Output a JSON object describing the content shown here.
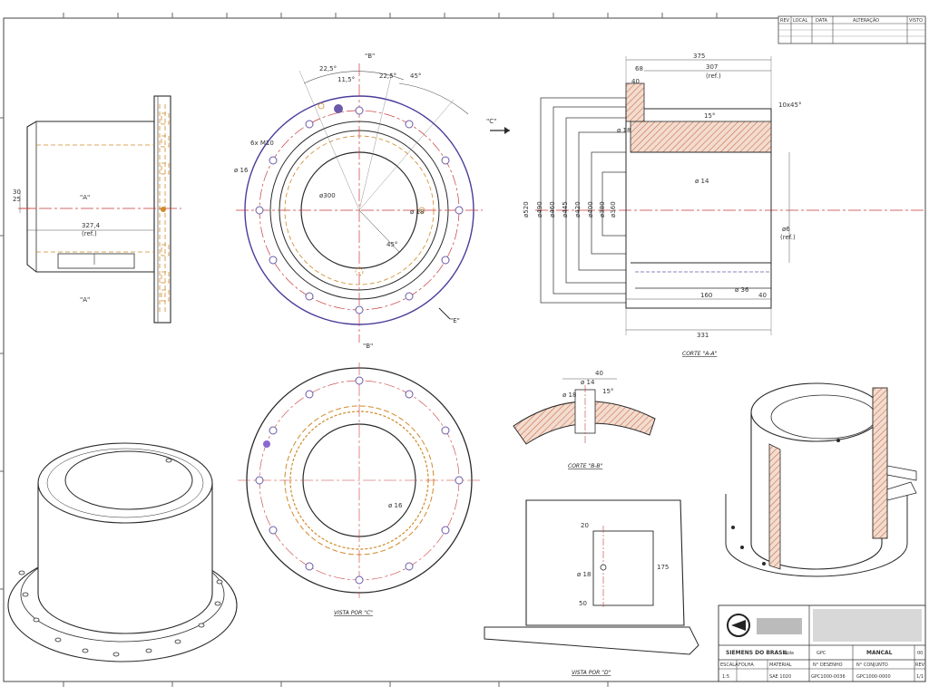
{
  "revision_table": {
    "headers": [
      "REV",
      "LOCAL",
      "DATA",
      "ALTERAÇÃO",
      "VISTO"
    ]
  },
  "colors": {
    "line": "#2a2a2a",
    "hidden": "#d08a2a",
    "center": "#c83a3a",
    "hole": "#6a5aa8",
    "hatch": "#c8704a",
    "outer_circle": "#4a3c9a"
  },
  "view_top_left": {
    "dims": {
      "d30": "30",
      "d25": "25",
      "len": "327,4",
      "len_tol": "(ref.)"
    },
    "markers": {
      "a_top": "\"A\"",
      "a_bottom": "\"A\""
    }
  },
  "view_flange_top": {
    "angles": [
      "22,5°",
      "11,5°",
      "22,5°",
      "45°"
    ],
    "markers": {
      "b_top": "\"B\"",
      "b_bottom": "\"B\"",
      "e": "\"E\""
    },
    "notes": {
      "m10": "6x M10",
      "thru": "ø 16",
      "dia_inner": "ø300",
      "angle_45": "45°",
      "hole_note": "ø 18"
    }
  },
  "view_c_arrow": "\"C\"",
  "section_aa": {
    "caption": "CORTE \"A-A\"",
    "dims": {
      "total_width": "375",
      "sub_width": "307",
      "sub_width_tol": "(ref.)",
      "left_step": "68",
      "left_small": "40",
      "chamfer": "10x45°",
      "angle_top": "15°",
      "bottom_total": "331",
      "bottom_a": "160",
      "bottom_b": "40",
      "right_dia": "ø6",
      "right_dia_tol": "(ref.)",
      "slot_note": "ø 36",
      "hole_note": "ø 14",
      "left_hole_note": "ø 18"
    },
    "diameters": [
      "ø520",
      "ø490",
      "ø460",
      "ø445",
      "ø420",
      "ø400",
      "ø380",
      "ø360"
    ]
  },
  "section_bb": {
    "caption": "CORTE \"B-B\"",
    "dims": {
      "w": "40",
      "angle": "15°",
      "hole": "ø 14",
      "thread": "ø 18"
    }
  },
  "view_c": {
    "caption": "VISTA POR \"C\"",
    "note": "ø 16"
  },
  "view_d": {
    "caption": "VISTA POR \"D\"",
    "dims": {
      "top": "20",
      "side": "175",
      "bottom": "50",
      "hole": "ø 18"
    }
  },
  "title_block": {
    "company": "SIEMENS DO BRASIL",
    "subtitle": "Ltda",
    "label_1": "ESCALA",
    "value_1": "1:5",
    "label_2": "FOLHA",
    "value_2": "1/1",
    "label_3": "MATERIAL",
    "value_3": "SAE 1020",
    "label_4": "N° DESENHO",
    "value_4": "GPC1000-0036",
    "label_5": "N° CONJUNTO",
    "value_5": "GPC1000-0000",
    "rev_label": "REV",
    "rev_value": "00",
    "desc": "MANCAL",
    "code": "GPC"
  }
}
